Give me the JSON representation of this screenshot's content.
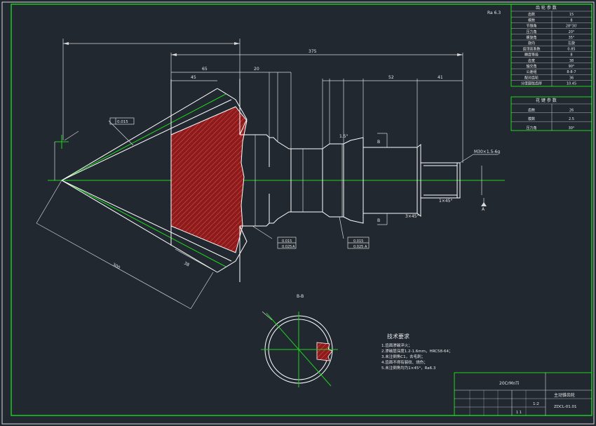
{
  "drawing": {
    "roughness_symbol": "Ra 6.3",
    "table1": {
      "title": "齿 轮 参 数",
      "rows": [
        [
          "齿数",
          "15"
        ],
        [
          "模数",
          "8"
        ],
        [
          "节锥角",
          "28°30′"
        ],
        [
          "压力角",
          "20°"
        ],
        [
          "螺旋角",
          "35°"
        ],
        [
          "旋向",
          "左旋"
        ],
        [
          "齿顶高系数",
          "0.85"
        ],
        [
          "精度等级",
          "8"
        ],
        [
          "齿宽",
          "38"
        ],
        [
          "轴交角",
          "90°"
        ],
        [
          "公差组",
          "8-8-7"
        ],
        [
          "配对齿轮",
          "36"
        ],
        [
          "分度圆弦齿厚",
          "10.45"
        ]
      ]
    },
    "table2": {
      "title": "花 键 参 数",
      "rows": [
        [
          "齿数",
          "26"
        ],
        [
          "模数",
          "2.5"
        ],
        [
          "压力角",
          "30°"
        ]
      ]
    },
    "dims": {
      "overall": "375",
      "d1": "65",
      "d2": "45",
      "d3": "20",
      "d4": "52",
      "d5": "41",
      "cone": "300",
      "face": "38",
      "small_angle": "1.5°",
      "chamfer1": "3×45°",
      "chamfer2": "1×45°",
      "thread": "M30×1.5-6g"
    },
    "section_label": "B-B",
    "datum_a": "A",
    "section_marks": [
      "B",
      "B"
    ],
    "gdt": [
      {
        "tol": "0.015",
        "datum": "A"
      },
      {
        "tol": "0.025",
        "datum": "A"
      },
      {
        "tol": "0.015",
        "datum": "A"
      },
      {
        "tol": "0.025",
        "datum": ""
      }
    ],
    "tech": {
      "title": "技术要求",
      "items": [
        "1.齿面渗碳淬火；",
        "2.渗碳层深度1.2-1.6mm，HRC58-64；",
        "3.未注倒角C1，去毛刺；",
        "4.齿面不得有裂纹、烧伤；",
        "5.未注倒角均为1×45°，Ra6.3"
      ]
    },
    "title_block": {
      "material": "20CrMnTi",
      "name": "主动锥齿轮",
      "scale": "1:2",
      "drawing_no": "ZDCL-01.01",
      "sheet": "1 1"
    }
  }
}
